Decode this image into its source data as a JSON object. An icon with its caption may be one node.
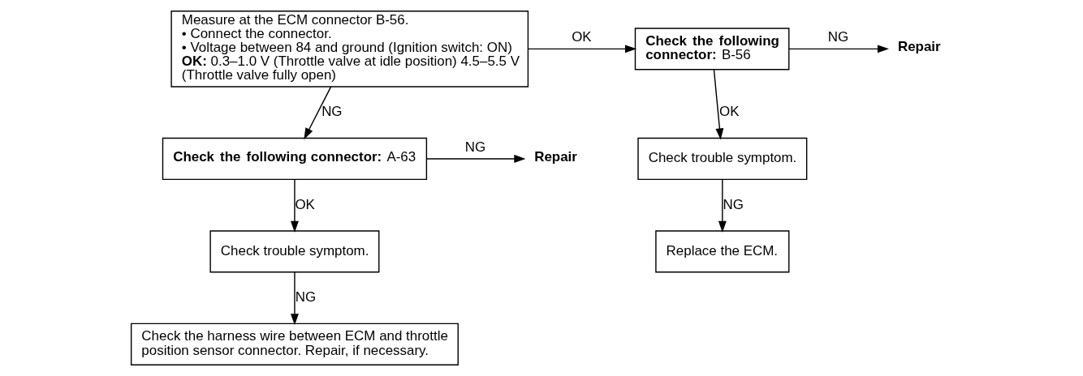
{
  "diagram": {
    "nodes": [
      {
        "text": [
          "Measure at the ECM connector B-56.",
          "• Connect the connector.",
          "• Voltage between 84 and ground (Ignition switch: ON)",
          "**OK:** 0.3–1.0 V (Throttle valve at idle position) 4.5–5.5 V (Throttle valve fully open)"
        ]
      },
      {
        "text": [
          "**Check the following connector:** B-56"
        ]
      },
      {
        "text": [
          "Repair"
        ]
      },
      {
        "text": [
          "Check trouble symptom."
        ]
      },
      {
        "text": [
          "Replace the ECM."
        ]
      },
      {
        "text": [
          "**Check the following connector:** A-63"
        ]
      },
      {
        "text": [
          "Repair"
        ]
      },
      {
        "text": [
          "Check trouble symptom."
        ]
      },
      {
        "text": [
          "Check the harness wire between ECM and throttle position sensor connector. Repair, if necessary."
        ]
      }
    ],
    "edges": [
      {
        "from": 0,
        "to": 1,
        "arrow": "to",
        "label": "OK"
      },
      {
        "from": 1,
        "to": 2,
        "arrow": "to",
        "label": "NG"
      },
      {
        "from": 1,
        "to": 3,
        "arrow": "to",
        "label": "OK"
      },
      {
        "from": 3,
        "to": 4,
        "arrow": "to",
        "label": "NG"
      },
      {
        "from": 0,
        "to": 5,
        "arrow": "to",
        "label": "NG"
      },
      {
        "from": 5,
        "to": 6,
        "arrow": "to",
        "label": "NG"
      },
      {
        "from": 5,
        "to": 7,
        "arrow": "to",
        "label": "OK"
      },
      {
        "from": 7,
        "to": 8,
        "arrow": "to",
        "label": "NG"
      }
    ]
  }
}
